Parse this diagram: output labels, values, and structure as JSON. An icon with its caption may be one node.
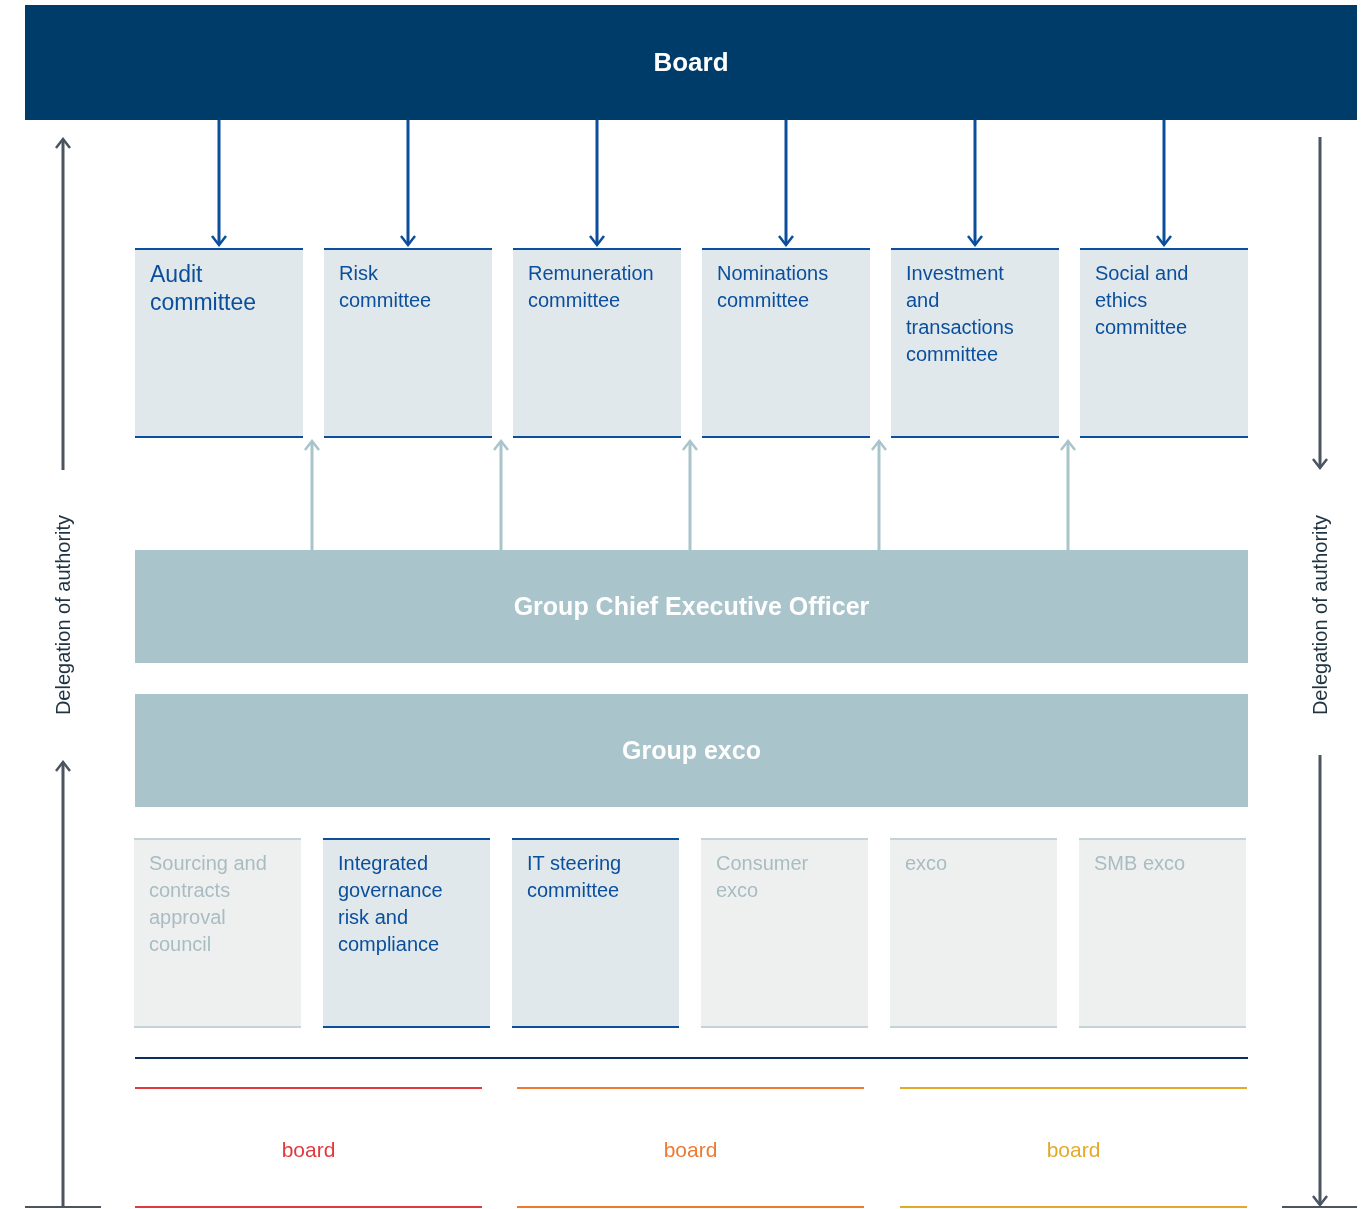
{
  "diagram": {
    "nodes": [
      {
        "text": [
          "Board"
        ]
      },
      {
        "text": [
          "Audit committee"
        ]
      },
      {
        "text": [
          "Risk committee"
        ]
      },
      {
        "text": [
          "Remuneration committee"
        ]
      },
      {
        "text": [
          "Nominations committee"
        ]
      },
      {
        "text": [
          "Investment and transactions committee"
        ]
      },
      {
        "text": [
          "Social and ethics committee"
        ]
      },
      {
        "text": [
          "Group Chief Executive Officer"
        ]
      },
      {
        "text": [
          "Group exco"
        ]
      },
      {
        "text": [
          "Sourcing and contracts approval council"
        ]
      },
      {
        "text": [
          "Integrated governance risk and compliance"
        ]
      },
      {
        "text": [
          "IT steering committee"
        ]
      },
      {
        "text": [
          "Consumer exco"
        ]
      },
      {
        "text": [
          "exco"
        ]
      },
      {
        "text": [
          "SMB exco"
        ]
      },
      {
        "text": [
          "board"
        ]
      },
      {
        "text": [
          "board"
        ]
      },
      {
        "text": [
          "board"
        ]
      }
    ],
    "edges": [
      {
        "from": 0,
        "to": 1,
        "arrow": "to"
      },
      {
        "from": 0,
        "to": 2,
        "arrow": "to"
      },
      {
        "from": 0,
        "to": 3,
        "arrow": "to"
      },
      {
        "from": 0,
        "to": 4,
        "arrow": "to"
      },
      {
        "from": 0,
        "to": 5,
        "arrow": "to"
      },
      {
        "from": 0,
        "to": 6,
        "arrow": "to"
      },
      {
        "from": 7,
        "to": 1,
        "arrow": "to",
        "color": "#a9c4cb"
      },
      {
        "from": 7,
        "to": 2,
        "arrow": "to",
        "color": "#a9c4cb"
      },
      {
        "from": 7,
        "to": 3,
        "arrow": "to",
        "color": "#a9c4cb"
      },
      {
        "from": 7,
        "to": 4,
        "arrow": "to",
        "color": "#a9c4cb"
      },
      {
        "from": 7,
        "to": 5,
        "arrow": "to",
        "color": "#a9c4cb"
      }
    ],
    "labels": [
      "Delegation of authority",
      "Delegation of authority"
    ]
  }
}
